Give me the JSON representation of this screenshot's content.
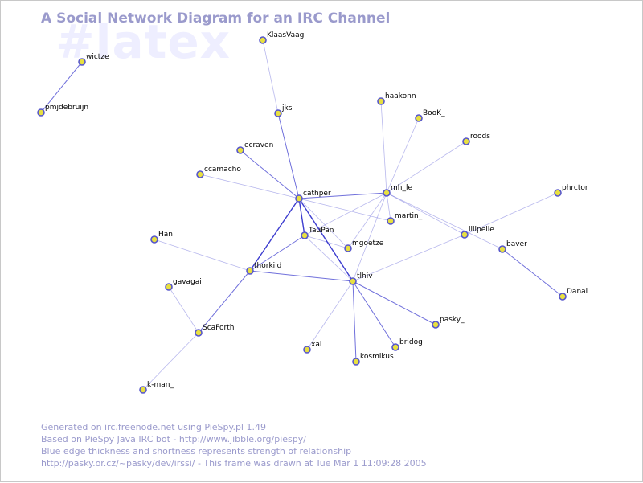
{
  "title": "A Social Network Diagram for an IRC Channel",
  "channel": "#latex",
  "footer": {
    "line1": "Generated on irc.freenode.net using PieSpy.pl 1.49",
    "line2": "Based on PieSpy Java IRC bot - http://www.jibble.org/piespy/",
    "line3": "Blue edge thickness and shortness represents strength of relationship",
    "line4": "http://pasky.or.cz/~pasky/dev/irssi/ - This frame was drawn at Tue Mar  1 11:09:28 2005"
  },
  "colors": {
    "edge": "#3333cc",
    "node_fill": "#e8e040",
    "node_stroke": "#5555cc",
    "title": "#9a9acc",
    "watermark": "#eeeeff"
  },
  "nodes": [
    {
      "id": "wictze",
      "label": "wictze"
    },
    {
      "id": "pmjdebruijn",
      "label": "pmjdebruijn"
    },
    {
      "id": "KlaasVaag",
      "label": "KlaasVaag"
    },
    {
      "id": "jks",
      "label": "jks"
    },
    {
      "id": "haakonn",
      "label": "haakonn"
    },
    {
      "id": "BooK_",
      "label": "BooK_"
    },
    {
      "id": "roods",
      "label": "roods"
    },
    {
      "id": "ecraven",
      "label": "ecraven"
    },
    {
      "id": "ccamacho",
      "label": "ccamacho"
    },
    {
      "id": "cathper",
      "label": "cathper"
    },
    {
      "id": "mh_le",
      "label": "mh_le"
    },
    {
      "id": "phrctor",
      "label": "phrctor"
    },
    {
      "id": "martin_",
      "label": "martin_"
    },
    {
      "id": "TauPan",
      "label": "TauPan"
    },
    {
      "id": "lillpelle",
      "label": "lillpelle"
    },
    {
      "id": "Han",
      "label": "Han"
    },
    {
      "id": "mgoetze",
      "label": "mgoetze"
    },
    {
      "id": "baver",
      "label": "baver"
    },
    {
      "id": "thorkild",
      "label": "thorkild"
    },
    {
      "id": "tlhiv",
      "label": "tlhiv"
    },
    {
      "id": "gavagai",
      "label": "gavagai"
    },
    {
      "id": "Danai",
      "label": "Danai"
    },
    {
      "id": "pasky_",
      "label": "pasky_"
    },
    {
      "id": "ScaForth",
      "label": "ScaForth"
    },
    {
      "id": "bridog",
      "label": "bridog"
    },
    {
      "id": "xai",
      "label": "xai"
    },
    {
      "id": "kosmikus",
      "label": "kosmikus"
    },
    {
      "id": "k-man_",
      "label": "k-man_"
    }
  ],
  "edges": [
    {
      "source": "wictze",
      "target": "pmjdebruijn",
      "strength": 2
    },
    {
      "source": "KlaasVaag",
      "target": "jks",
      "strength": 1
    },
    {
      "source": "jks",
      "target": "cathper",
      "strength": 2
    },
    {
      "source": "ecraven",
      "target": "cathper",
      "strength": 2
    },
    {
      "source": "ccamacho",
      "target": "cathper",
      "strength": 1
    },
    {
      "source": "cathper",
      "target": "mh_le",
      "strength": 2
    },
    {
      "source": "cathper",
      "target": "TauPan",
      "strength": 3
    },
    {
      "source": "cathper",
      "target": "tlhiv",
      "strength": 3
    },
    {
      "source": "cathper",
      "target": "thorkild",
      "strength": 3
    },
    {
      "source": "cathper",
      "target": "martin_",
      "strength": 1
    },
    {
      "source": "cathper",
      "target": "mgoetze",
      "strength": 1
    },
    {
      "source": "haakonn",
      "target": "mh_le",
      "strength": 1
    },
    {
      "source": "BooK_",
      "target": "mh_le",
      "strength": 1
    },
    {
      "source": "roods",
      "target": "mh_le",
      "strength": 1
    },
    {
      "source": "mh_le",
      "target": "TauPan",
      "strength": 1
    },
    {
      "source": "mh_le",
      "target": "tlhiv",
      "strength": 1
    },
    {
      "source": "mh_le",
      "target": "mgoetze",
      "strength": 1
    },
    {
      "source": "mh_le",
      "target": "martin_",
      "strength": 1
    },
    {
      "source": "mh_le",
      "target": "lillpelle",
      "strength": 1
    },
    {
      "source": "phrctor",
      "target": "lillpelle",
      "strength": 1
    },
    {
      "source": "lillpelle",
      "target": "tlhiv",
      "strength": 1
    },
    {
      "source": "TauPan",
      "target": "thorkild",
      "strength": 2
    },
    {
      "source": "TauPan",
      "target": "mgoetze",
      "strength": 1
    },
    {
      "source": "TauPan",
      "target": "tlhiv",
      "strength": 1
    },
    {
      "source": "Han",
      "target": "thorkild",
      "strength": 1
    },
    {
      "source": "thorkild",
      "target": "tlhiv",
      "strength": 2
    },
    {
      "source": "thorkild",
      "target": "ScaForth",
      "strength": 2
    },
    {
      "source": "gavagai",
      "target": "ScaForth",
      "strength": 1
    },
    {
      "source": "ScaForth",
      "target": "k-man_",
      "strength": 1
    },
    {
      "source": "tlhiv",
      "target": "pasky_",
      "strength": 2
    },
    {
      "source": "tlhiv",
      "target": "bridog",
      "strength": 2
    },
    {
      "source": "tlhiv",
      "target": "xai",
      "strength": 1
    },
    {
      "source": "tlhiv",
      "target": "kosmikus",
      "strength": 2
    },
    {
      "source": "baver",
      "target": "Danai",
      "strength": 2
    },
    {
      "source": "baver",
      "target": "mh_le",
      "strength": 1
    }
  ]
}
